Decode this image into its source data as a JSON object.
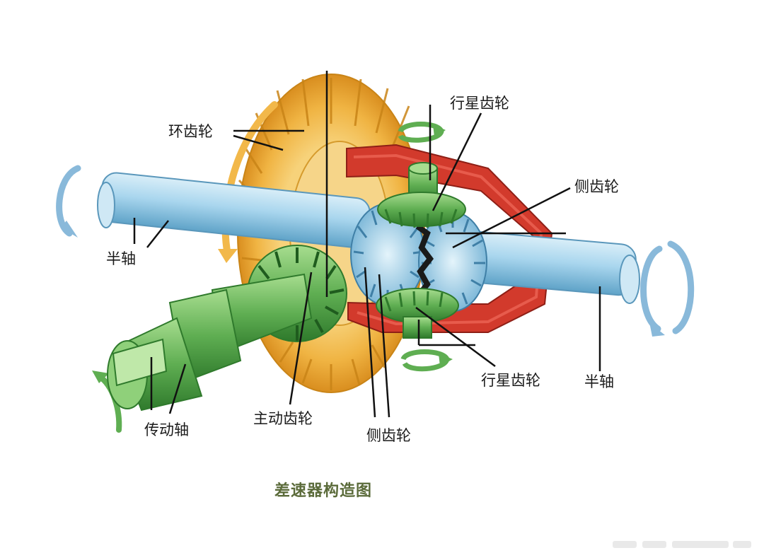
{
  "labels": {
    "ring_gear": "环齿轮",
    "planet_gear_top": "行星齿轮",
    "side_gear_right": "侧齿轮",
    "half_shaft_left": "半轴",
    "half_shaft_right": "半轴",
    "planet_gear_bottom": "行星齿轮",
    "drive_gear": "主动齿轮",
    "side_gear_bottom": "侧齿轮",
    "drive_shaft": "传动轴"
  },
  "caption": "差速器构造图",
  "colors": {
    "ring_gear": "#f2b84a",
    "shaft": "#9fd0ea",
    "housing": "#d23a2c",
    "pinion_gear": "#6fba5e",
    "drive_shaft": "#5fae52",
    "arrows": "#89b9da",
    "caption": "#5b6b3a"
  }
}
